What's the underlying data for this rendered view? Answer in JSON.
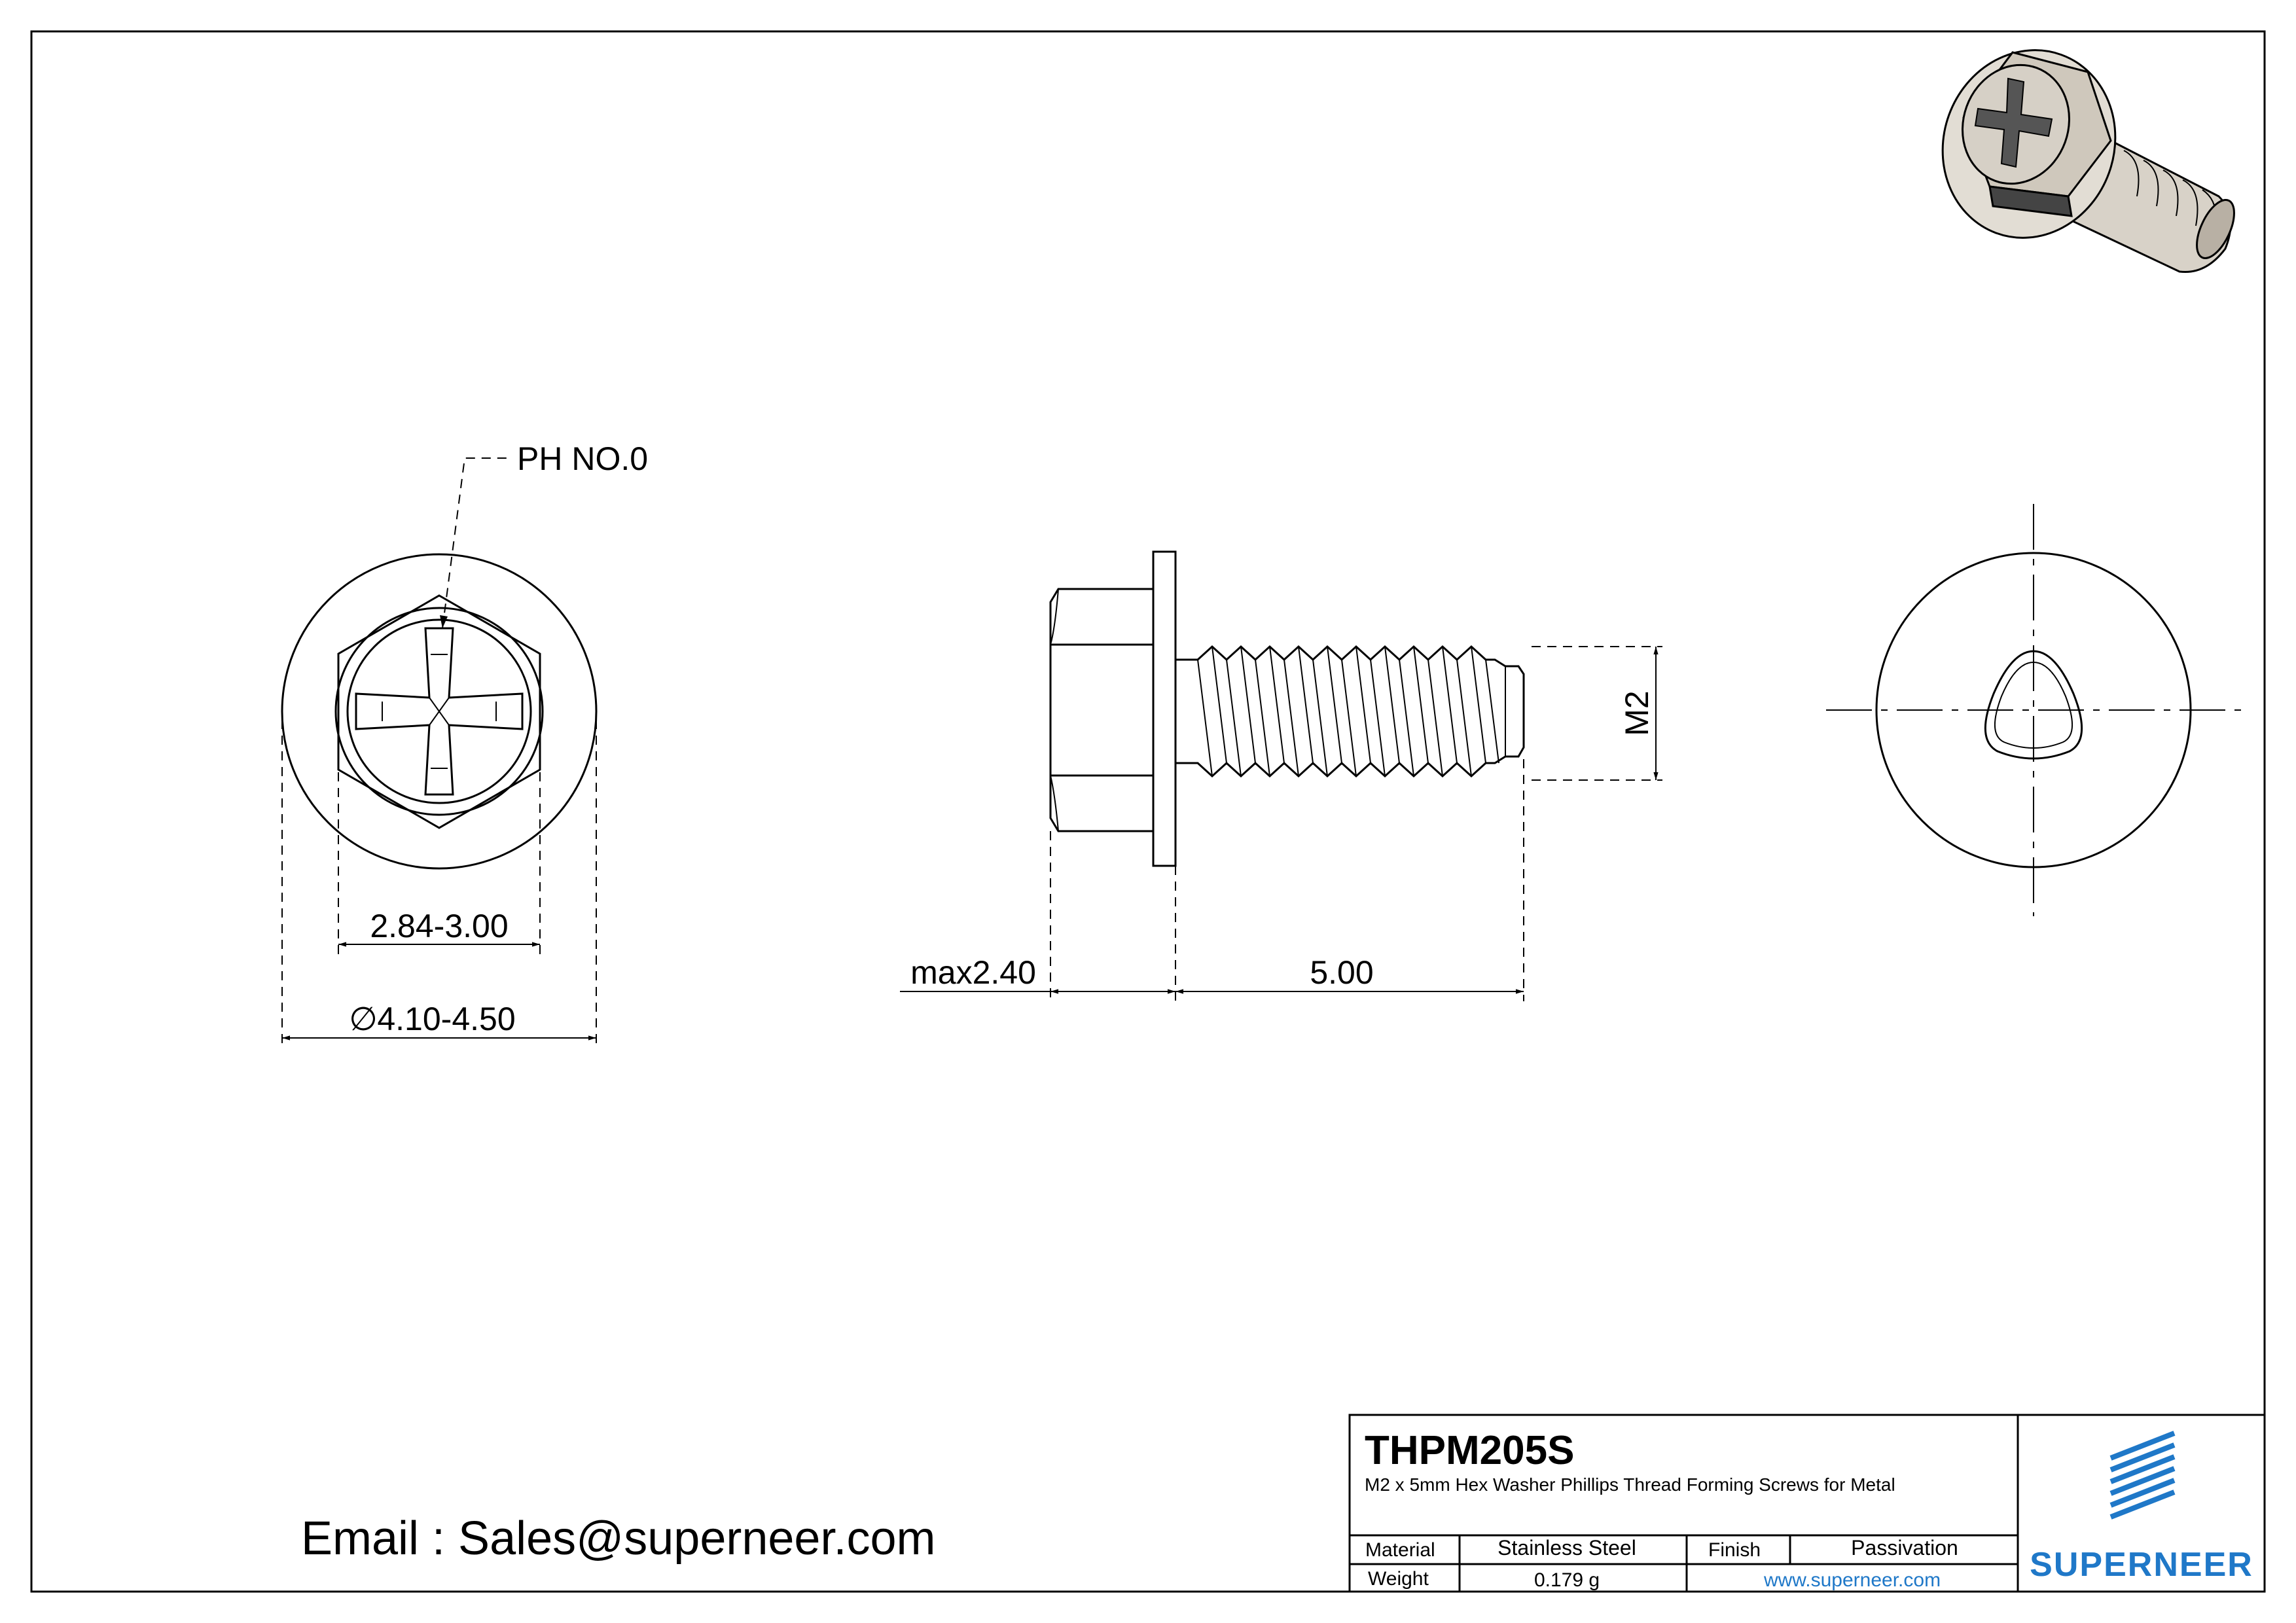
{
  "drawing": {
    "callout_ph": "PH NO.0",
    "dim_hex_width": "2.84-3.00",
    "dim_diameter": "4.10-4.50",
    "diameter_symbol": "∅",
    "dim_max_head": "max2.40",
    "dim_length": "5.00",
    "dim_thread": "M2"
  },
  "contact": {
    "email_line": "Email : Sales@superneer.com"
  },
  "title_block": {
    "part_number": "THPM205S",
    "description": "M2 x 5mm Hex Washer Phillips Thread Forming Screws for Metal",
    "material_label": "Material",
    "material_value": "Stainless Steel",
    "finish_label": "Finish",
    "finish_value": "Passivation",
    "weight_label": "Weight",
    "weight_value": "0.179 g",
    "website": "www.superneer.com",
    "brand": "SUPERNEER"
  },
  "colors": {
    "brand_blue": "#1f78c8",
    "line": "#000000",
    "render_fill": "#d8d2c8"
  },
  "icons": {
    "logo": "stacked-diagonal-lines-logo"
  }
}
